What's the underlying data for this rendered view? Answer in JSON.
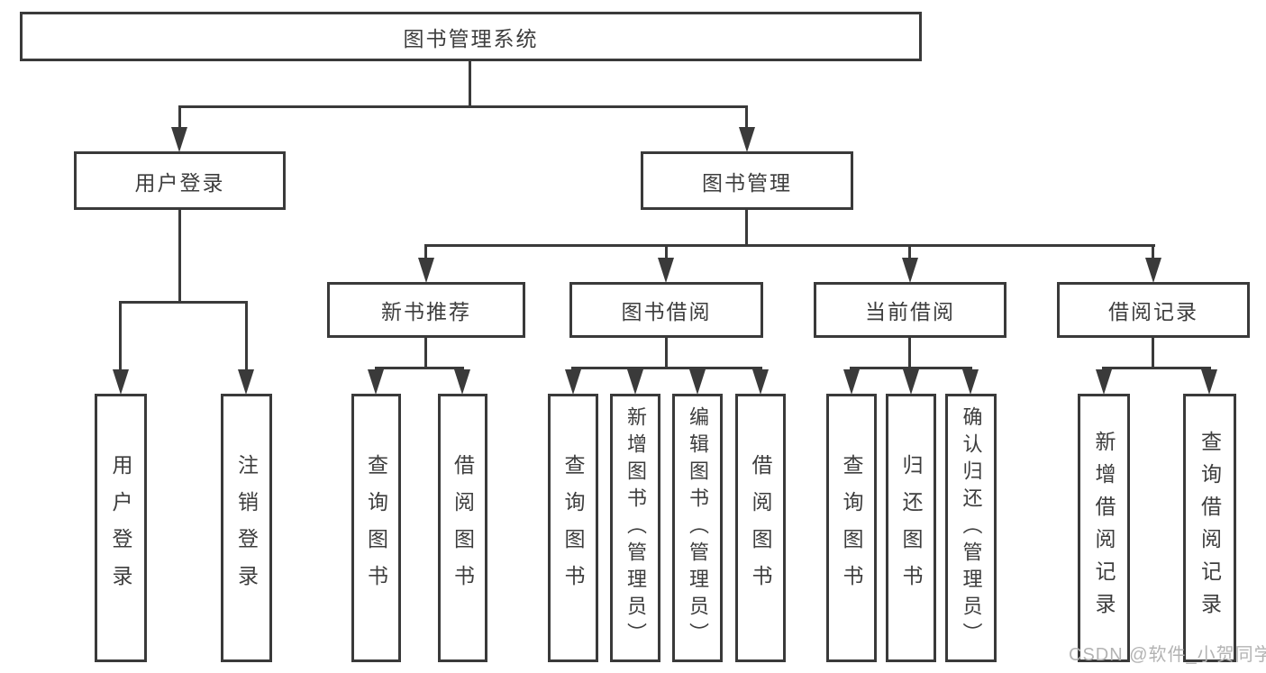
{
  "diagram": {
    "title_node": "图书管理系统",
    "level2": {
      "user_login": "用户登录",
      "book_mgmt": "图书管理"
    },
    "level3": {
      "new_books": "新书推荐",
      "book_borrow": "图书借阅",
      "current_borrow": "当前借阅",
      "borrow_records": "借阅记录"
    },
    "leaves": {
      "user_login": [
        "用户登录",
        "注销登录"
      ],
      "new_books": [
        "查询图书",
        "借阅图书"
      ],
      "book_borrow": [
        "查询图书",
        "新增图书（管理员）",
        "编辑图书（管理员）",
        "借阅图书"
      ],
      "current_borrow": [
        "查询图书",
        "归还图书",
        "确认归还（管理员）"
      ],
      "borrow_records": [
        "新增借阅记录",
        "查询借阅记录"
      ]
    }
  },
  "watermark": "CSDN @软件_小贺同学",
  "colors": {
    "line": "#3a3a3a",
    "text": "#3d3d3d",
    "background": "#ffffff",
    "watermark": "#b3b3b3"
  }
}
